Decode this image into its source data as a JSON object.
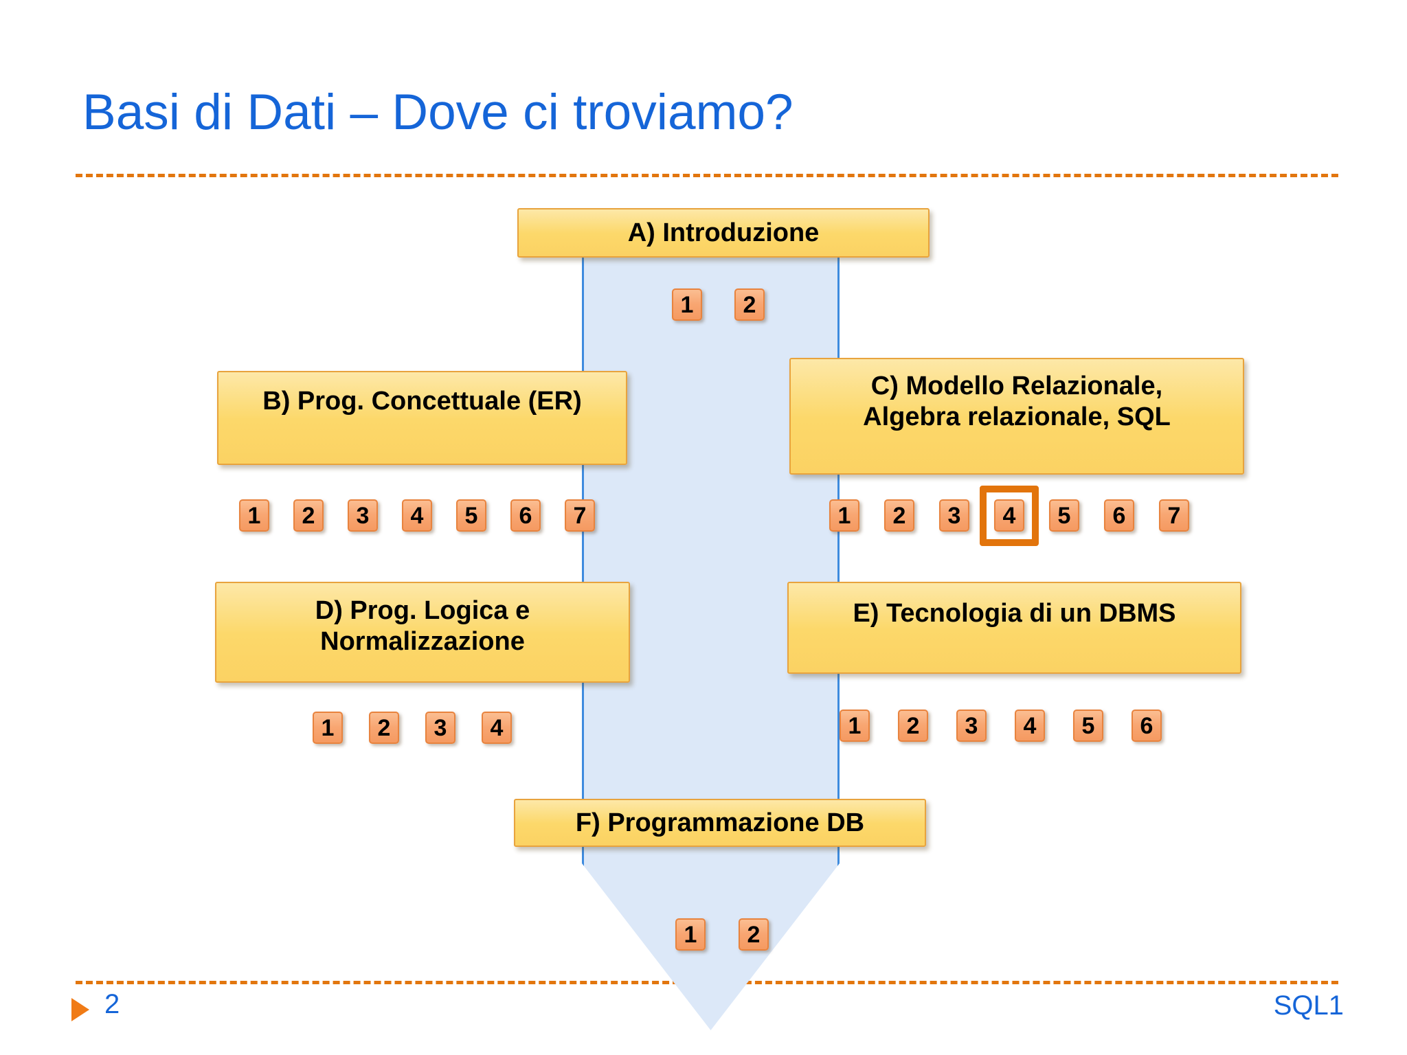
{
  "slide": {
    "title": "Basi di Dati – Dove ci troviamo?",
    "accent_blue": "#1565D8",
    "accent_orange": "#E2760E",
    "box_fill": "#FCD86A",
    "box_border": "#E8A33D",
    "badge_fill": "#F8A672",
    "badge_border": "#E8833E",
    "arrow_fill": "#DCE8F8",
    "arrow_border": "#3E8BDE",
    "highlight_border": "#E2740C"
  },
  "boxes": {
    "a": "A) Introduzione",
    "b": "B) Prog. Concettuale (ER)",
    "c_line1": "C) Modello Relazionale,",
    "c_line2": "Algebra relazionale, SQL",
    "d_line1": "D) Prog. Logica e",
    "d_line2": "Normalizzazione",
    "e": "E) Tecnologia di un DBMS",
    "f": "F) Programmazione DB"
  },
  "badge_rows": {
    "a": [
      "1",
      "2"
    ],
    "b": [
      "1",
      "2",
      "3",
      "4",
      "5",
      "6",
      "7"
    ],
    "c": [
      "1",
      "2",
      "3",
      "4",
      "5",
      "6",
      "7"
    ],
    "d": [
      "1",
      "2",
      "3",
      "4"
    ],
    "e": [
      "1",
      "2",
      "3",
      "4",
      "5",
      "6"
    ],
    "f": [
      "1",
      "2"
    ]
  },
  "highlight": {
    "row": "c",
    "value": "4"
  },
  "footer": {
    "page_number": "2",
    "deck_label": "SQL1"
  }
}
